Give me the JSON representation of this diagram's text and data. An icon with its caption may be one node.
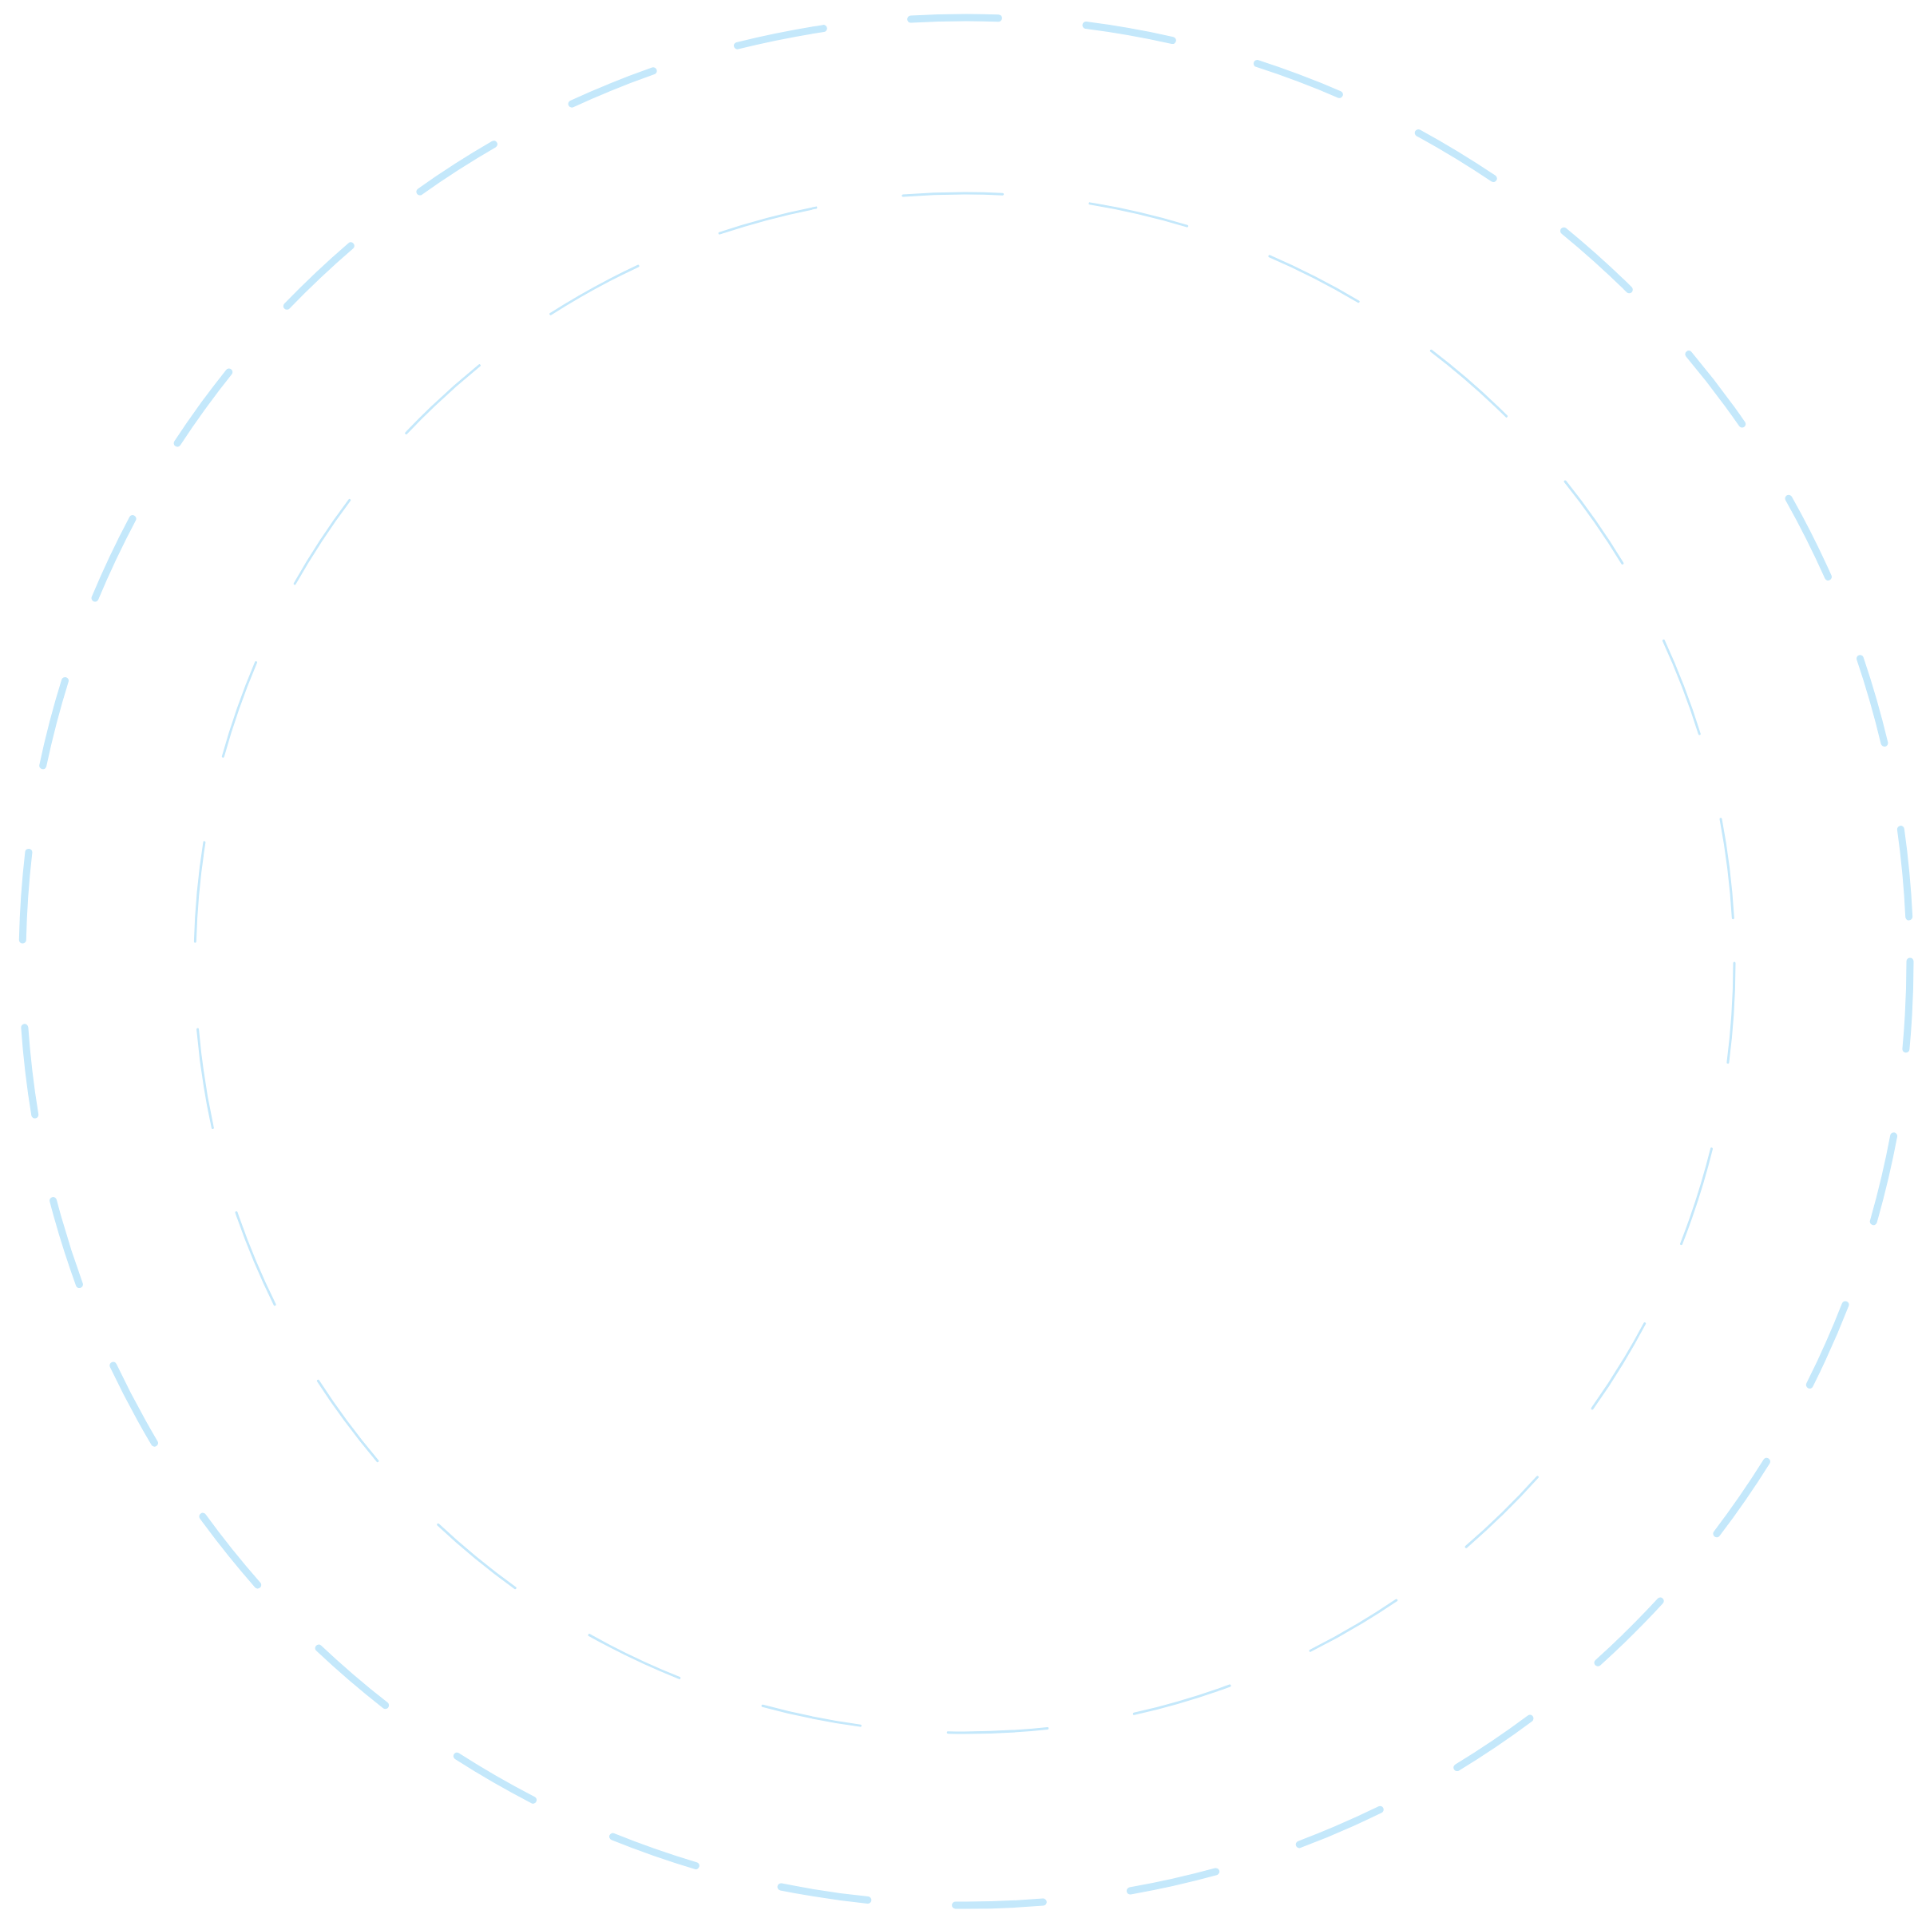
{
  "diagram": {
    "nodes": [
      {
        "text": [],
        "shape": "circle"
      },
      {
        "text": [],
        "shape": "circle",
        "in": 0
      }
    ]
  }
}
